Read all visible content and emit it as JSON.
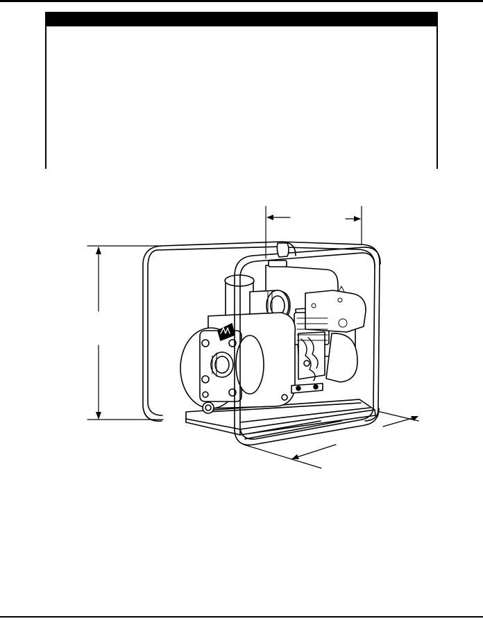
{
  "page": {
    "spec_panel": {
      "header_label": "",
      "rows": []
    },
    "figure": {
      "subject": "pump-with-frame",
      "logo_icon": "mq-logo-icon",
      "dimension_markers": [
        "length-arrow",
        "width-arrow",
        "height-arrow"
      ],
      "line_color": "#000000",
      "fill_color": "#ffffff"
    }
  }
}
